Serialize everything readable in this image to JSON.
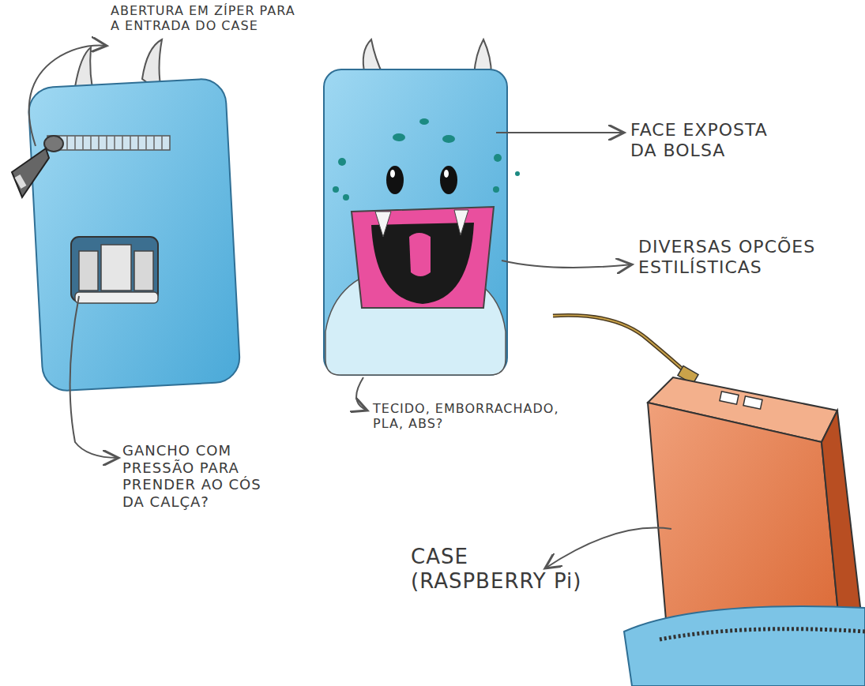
{
  "diagram": {
    "labels": [
      "ABERTURA EM ZÍPER PARA A ENTRADA DO CASE",
      "FACE EXPOSTA DA BOLSA",
      "DIVERSAS OPCÕES ESTILÍSTICAS",
      "TECIDO, EMBORRACHADO, PLA, ABS?",
      "GANCHO COM PRESSÃO PARA PRENDER AO CÓS DA CALÇA?",
      "CASE (RASPBERRY Pi)"
    ]
  }
}
